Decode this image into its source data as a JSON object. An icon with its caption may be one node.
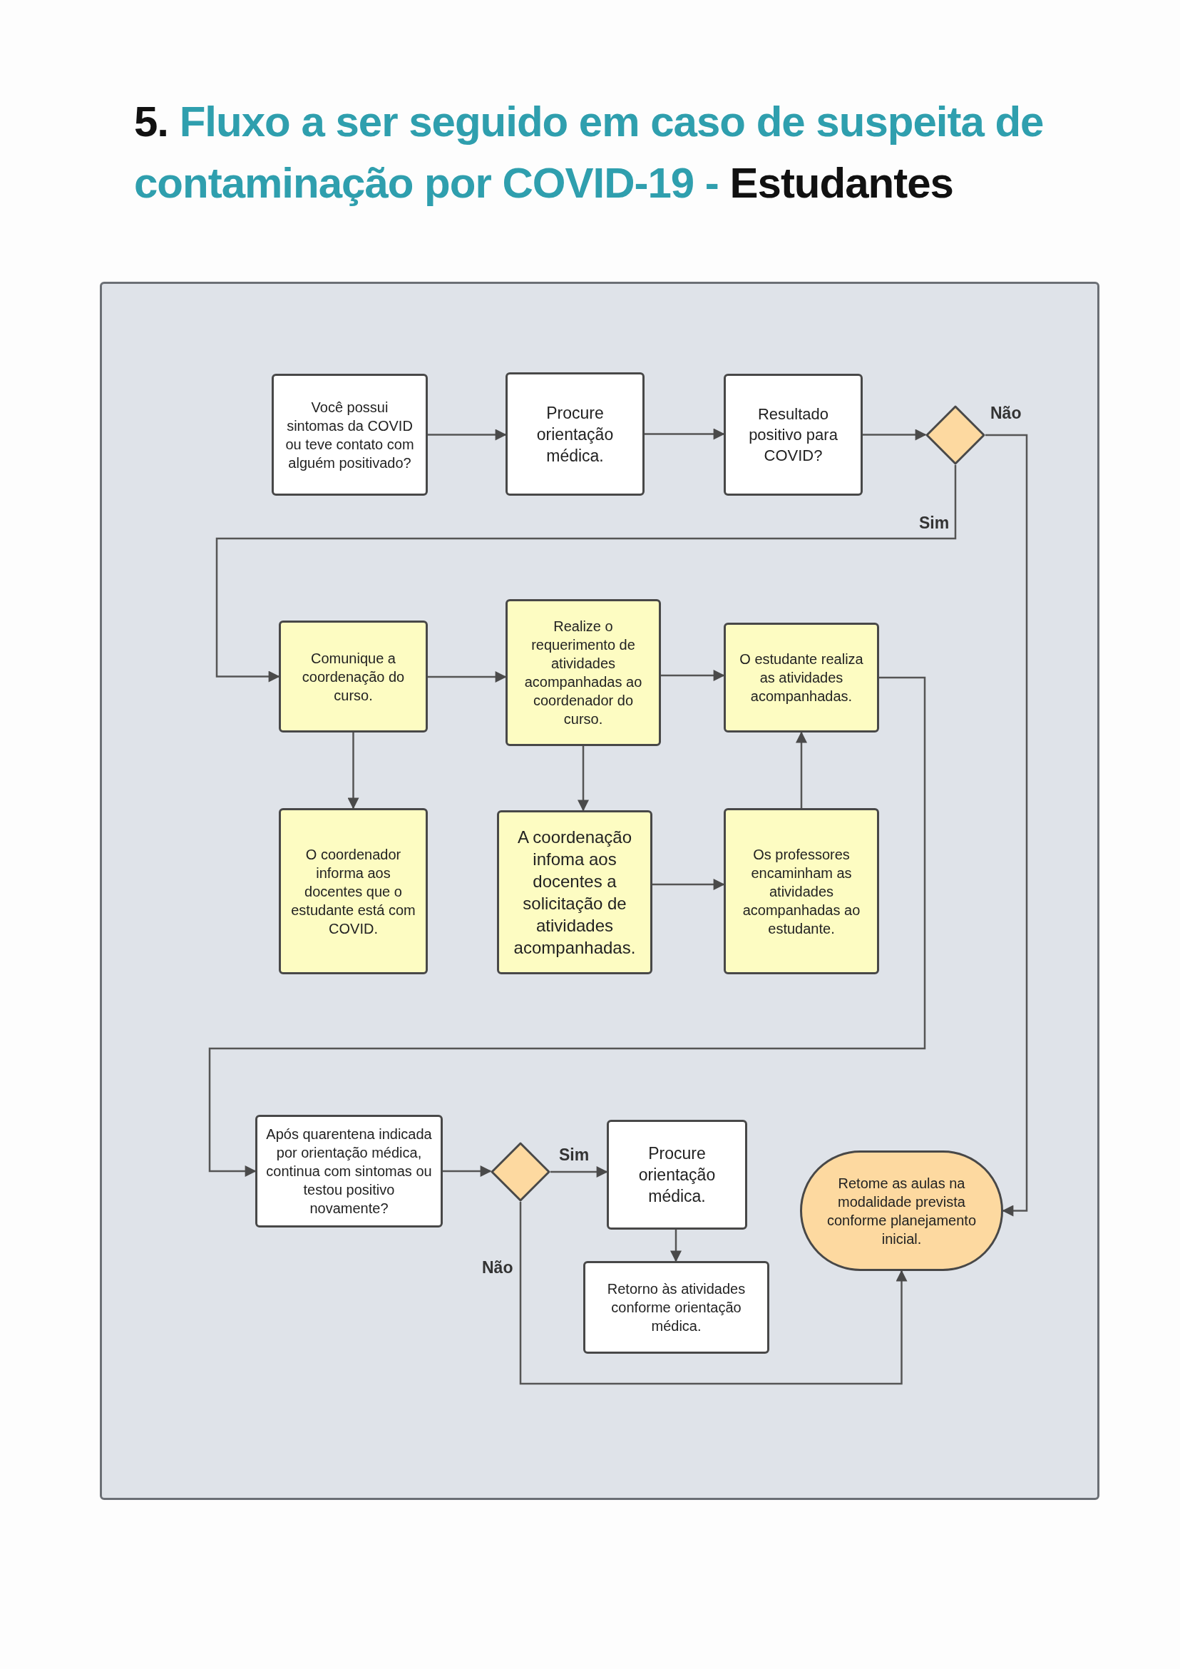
{
  "diagram": {
    "title": "**5.** Fluxo a ser seguido em caso de suspeita de contaminação por COVID-19 - **Estudantes**",
    "nodes": [
      {
        "text": [
          "Você possui sintomas da COVID ou teve contato com alguém positivado?"
        ]
      },
      {
        "text": [
          "Procure orientação médica."
        ]
      },
      {
        "text": [
          "Resultado positivo para COVID?"
        ]
      },
      {
        "text": [],
        "shape": "diamond"
      },
      {
        "text": [
          "Comunique a coordenação do curso."
        ]
      },
      {
        "text": [
          "Realize o requerimento de atividades acompanhadas ao coordenador do curso."
        ]
      },
      {
        "text": [
          "O estudante realiza as atividades acompanhadas."
        ]
      },
      {
        "text": [
          "O coordenador informa aos docentes que o estudante está com COVID."
        ]
      },
      {
        "text": [
          "A coordenação infoma aos docentes a solicitação de atividades acompanhadas."
        ]
      },
      {
        "text": [
          "Os professores encaminham as atividades acompanhadas ao estudante."
        ]
      },
      {
        "text": [
          "Após quarentena indicada por orientação médica, continua com sintomas ou testou positivo novamente?"
        ]
      },
      {
        "text": [],
        "shape": "diamond"
      },
      {
        "text": [
          "Procure orientação médica."
        ]
      },
      {
        "text": [
          "Retorno às atividades conforme orientação médica."
        ]
      },
      {
        "text": [
          "Retome as aulas na modalidade prevista conforme planejamento inicial."
        ]
      }
    ],
    "edges": [
      {
        "from": 0,
        "to": 1,
        "arrow": "to"
      },
      {
        "from": 1,
        "to": 2,
        "arrow": "to"
      },
      {
        "from": 2,
        "to": 3,
        "arrow": "to"
      },
      {
        "from": 3,
        "to": 14,
        "arrow": "to",
        "label": "Não"
      },
      {
        "from": 3,
        "to": 4,
        "arrow": "to",
        "label": "Sim"
      },
      {
        "from": 4,
        "to": 5,
        "arrow": "to"
      },
      {
        "from": 5,
        "to": 6,
        "arrow": "to"
      },
      {
        "from": 4,
        "to": 7,
        "arrow": "to"
      },
      {
        "from": 5,
        "to": 8,
        "arrow": "to"
      },
      {
        "from": 8,
        "to": 9,
        "arrow": "to"
      },
      {
        "from": 9,
        "to": 6,
        "arrow": "to"
      },
      {
        "from": 6,
        "to": 10,
        "arrow": "to"
      },
      {
        "from": 10,
        "to": 11,
        "arrow": "to"
      },
      {
        "from": 11,
        "to": 12,
        "arrow": "to",
        "label": "Sim"
      },
      {
        "from": 12,
        "to": 13,
        "arrow": "to"
      },
      {
        "from": 11,
        "to": 14,
        "arrow": "to",
        "label": "Não"
      }
    ]
  }
}
